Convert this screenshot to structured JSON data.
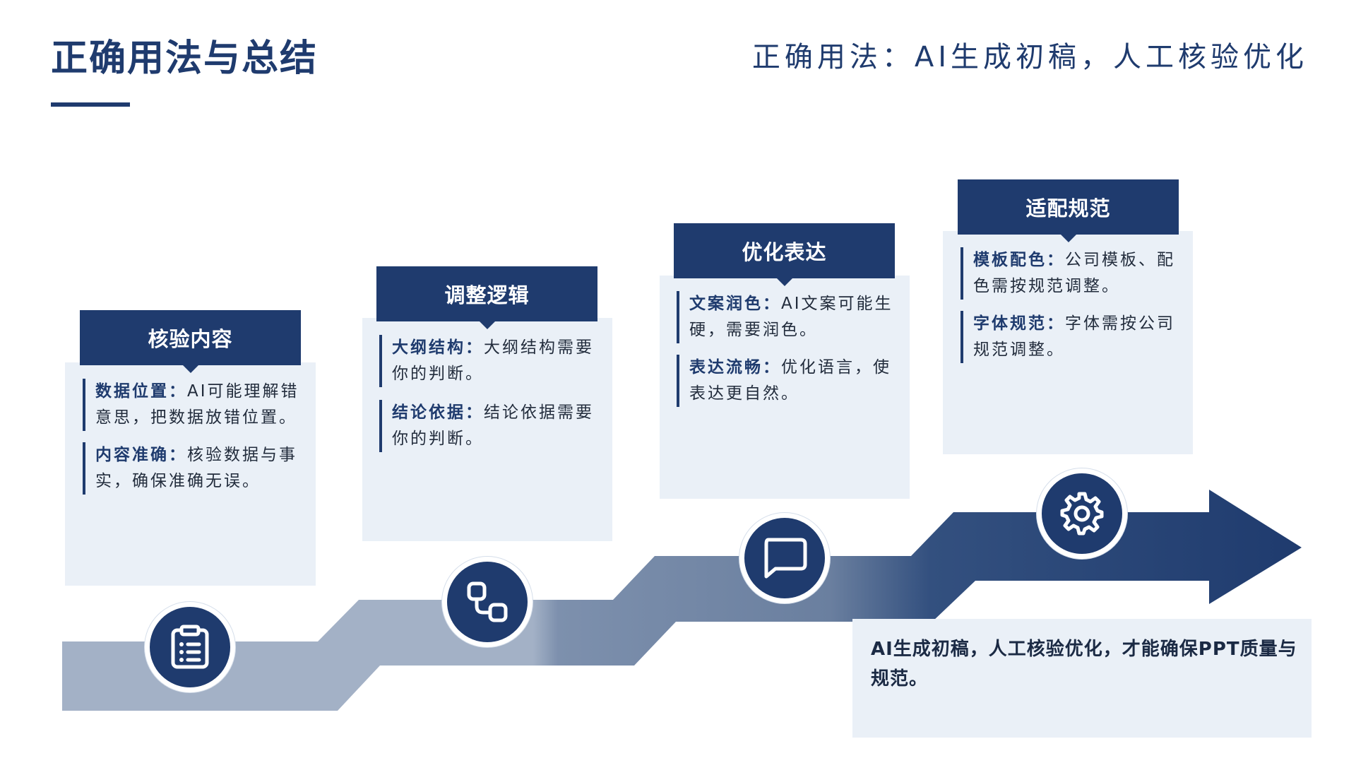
{
  "header": {
    "title": "正确用法与总结",
    "subtitle": "正确用法：AI生成初稿，人工核验优化"
  },
  "steps": [
    {
      "title": "核验内容",
      "icon": "clipboard-list-icon",
      "items": [
        {
          "key": "数据位置：",
          "text": "AI可能理解错意思，把数据放错位置。"
        },
        {
          "key": "内容准确：",
          "text": "核验数据与事实，确保准确无误。"
        }
      ]
    },
    {
      "title": "调整逻辑",
      "icon": "flow-nodes-icon",
      "items": [
        {
          "key": "大纲结构：",
          "text": "大纲结构需要你的判断。"
        },
        {
          "key": "结论依据：",
          "text": "结论依据需要你的判断。"
        }
      ]
    },
    {
      "title": "优化表达",
      "icon": "chat-bubble-icon",
      "items": [
        {
          "key": "文案润色：",
          "text": "AI文案可能生硬，需要润色。"
        },
        {
          "key": "表达流畅：",
          "text": "优化语言，使表达更自然。"
        }
      ]
    },
    {
      "title": "适配规范",
      "icon": "gear-icon",
      "items": [
        {
          "key": "模板配色：",
          "text": "公司模板、配色需按规范调整。"
        },
        {
          "key": "字体规范：",
          "text": "字体需按公司规范调整。"
        }
      ]
    }
  ],
  "summary": {
    "text": "AI生成初稿，人工核验优化，才能确保PPT质量与规范。"
  },
  "colors": {
    "primary": "#1f3b6e",
    "card_bg": "#eaf0f7",
    "path_light": "#a3b1c6",
    "path_mid": "#6a7f9f"
  }
}
